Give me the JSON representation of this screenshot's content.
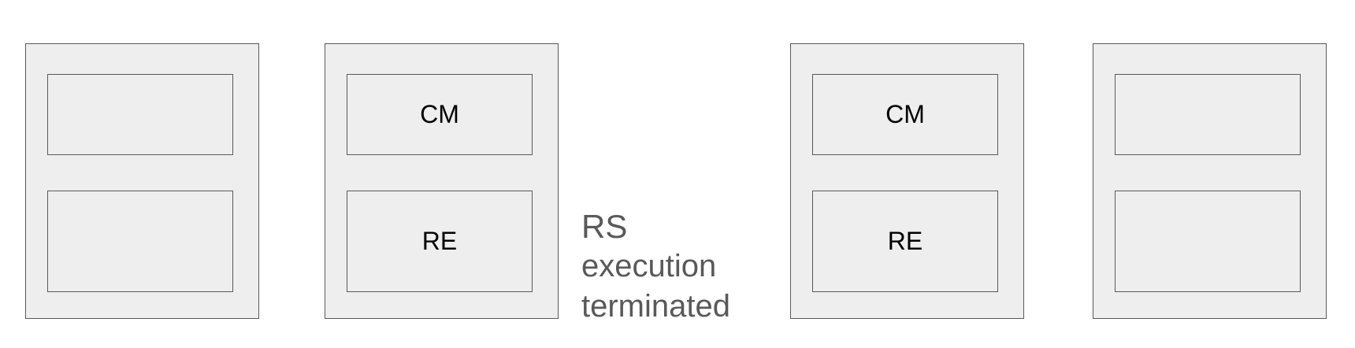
{
  "panels": [
    {
      "top_label": "",
      "bottom_label": ""
    },
    {
      "top_label": "CM",
      "bottom_label": "RE"
    },
    {
      "top_label": "CM",
      "bottom_label": "RE"
    },
    {
      "top_label": "",
      "bottom_label": ""
    }
  ],
  "note": {
    "line1": "RS",
    "line2": "execution",
    "line3": "terminated"
  },
  "colors": {
    "box_fill": "#eeeeee",
    "box_border": "#595959",
    "note_text": "#595959",
    "label_text": "#000000"
  }
}
